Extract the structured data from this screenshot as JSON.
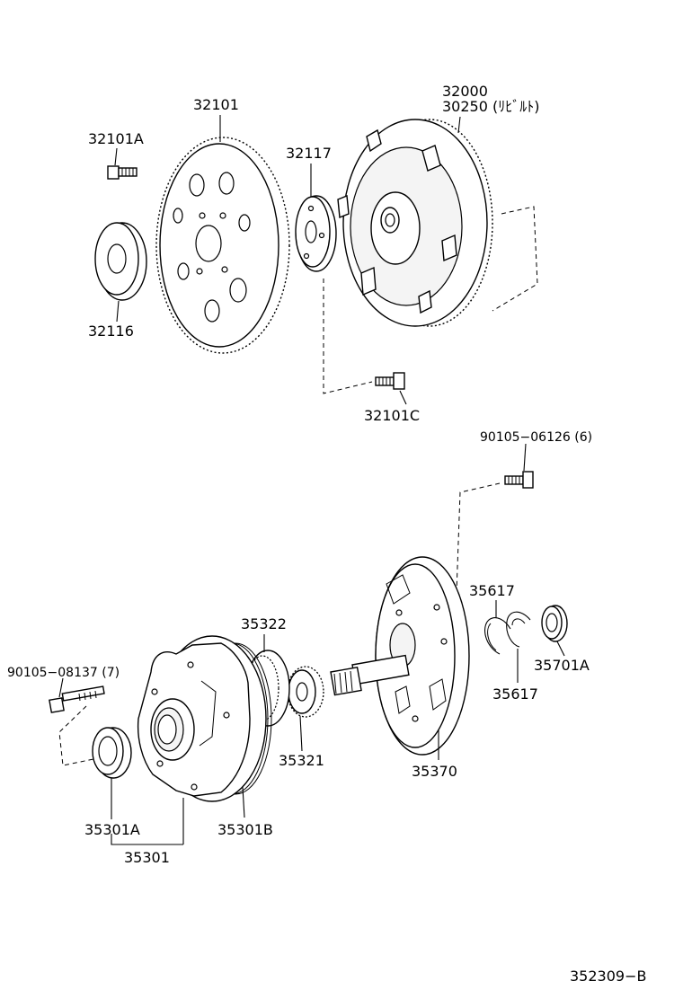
{
  "diagram": {
    "labels": {
      "p32101A": "32101A",
      "p32101": "32101",
      "p32000": "32000",
      "p30250": "30250 (ﾘﾋﾞﾙﾄ)",
      "p32117": "32117",
      "p32116": "32116",
      "p32101C": "32101C",
      "p90105_06126": "90105−06126 (6)",
      "p35617_top": "35617",
      "p35617_bottom": "35617",
      "p35322": "35322",
      "p90105_08137": "90105−08137 (7)",
      "p35701A": "35701A",
      "p35321": "35321",
      "p35370": "35370",
      "p35301A": "35301A",
      "p35301B": "35301B",
      "p35301": "35301",
      "diagram_code": "352309−B"
    }
  }
}
